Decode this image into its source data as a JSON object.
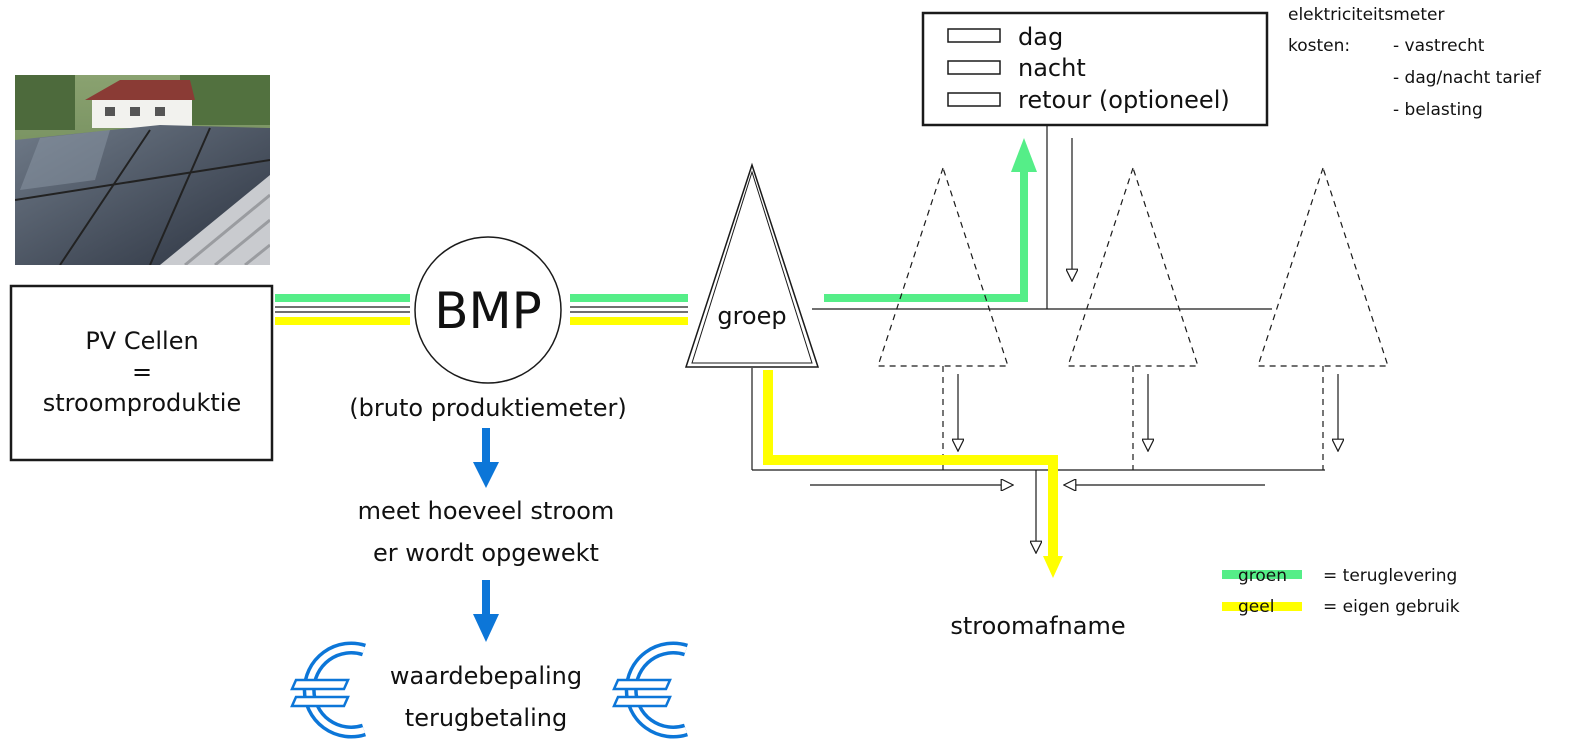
{
  "colors": {
    "green": "#55ee88",
    "yellow": "#ffff00",
    "blue": "#0c76d8",
    "line": "#1a1a1a"
  },
  "photo": {
    "icon": "solar-roof-photo"
  },
  "pv_box": {
    "line1": "PV Cellen",
    "line2": "=",
    "line3": "stroomproduktie"
  },
  "bmp": {
    "label": "BMP",
    "caption": "(bruto produktiemeter)"
  },
  "measure": {
    "line1": "meet hoeveel stroom",
    "line2": "er wordt opgewekt"
  },
  "value": {
    "line1": "waardebepaling",
    "line2": "terugbetaling",
    "icon": "euro-icon"
  },
  "group": {
    "label": "groep"
  },
  "meter": {
    "rows": [
      "dag",
      "nacht",
      "retour (optioneel)"
    ],
    "title": "elektriciteitsmeter",
    "costs_label": "kosten:",
    "costs": [
      "- vastrecht",
      "- dag/nacht tarief",
      "- belasting"
    ]
  },
  "output": {
    "label": "stroomafname"
  },
  "legend": {
    "green_word": "groen",
    "green_desc": "= teruglevering",
    "yellow_word": "geel",
    "yellow_desc": "= eigen gebruik"
  }
}
